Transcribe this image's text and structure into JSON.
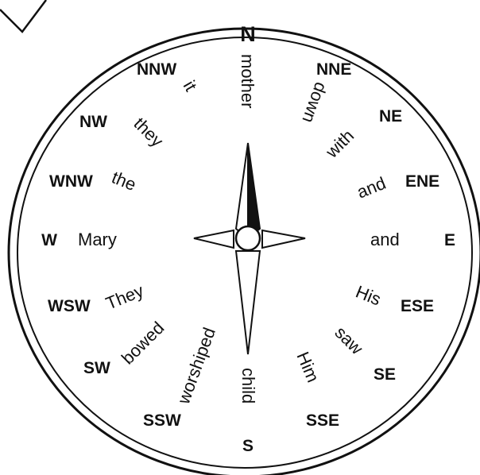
{
  "compass": {
    "north": "N",
    "south": "S",
    "east": "E",
    "west": "W",
    "nne": "NNE",
    "ne": "NE",
    "ene": "ENE",
    "ese": "ESE",
    "se": "SE",
    "sse": "SSE",
    "ssw": "SSW",
    "sw": "SW",
    "wsw": "WSW",
    "wnw": "WNW",
    "nw": "NW",
    "nnw": "NNW"
  },
  "words": {
    "n": "mother",
    "nne": "down",
    "ne": "with",
    "ene": "and",
    "e": "and",
    "ese": "His",
    "se": "saw",
    "sse": "Him",
    "s": "child",
    "ssw": "worshiped",
    "sw": "bowed",
    "wsw": "They",
    "w": "Mary",
    "wnw": "the",
    "nw": "they",
    "nnw": "it"
  },
  "colors": {
    "ink": "#111111",
    "paper": "#ffffff"
  }
}
